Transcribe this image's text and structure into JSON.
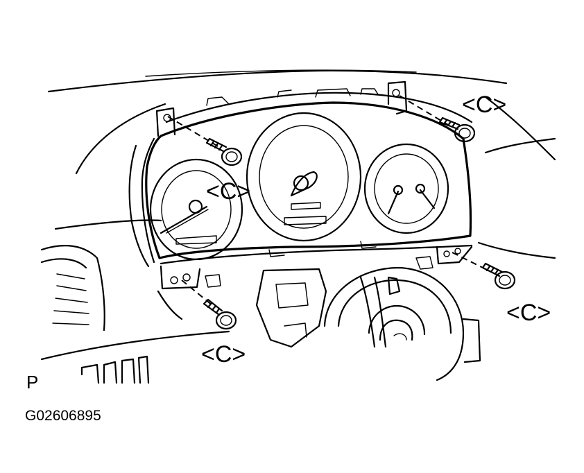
{
  "diagram": {
    "callout_label": "<C>",
    "corner_mark": "P",
    "figure_id": "G02606895"
  }
}
